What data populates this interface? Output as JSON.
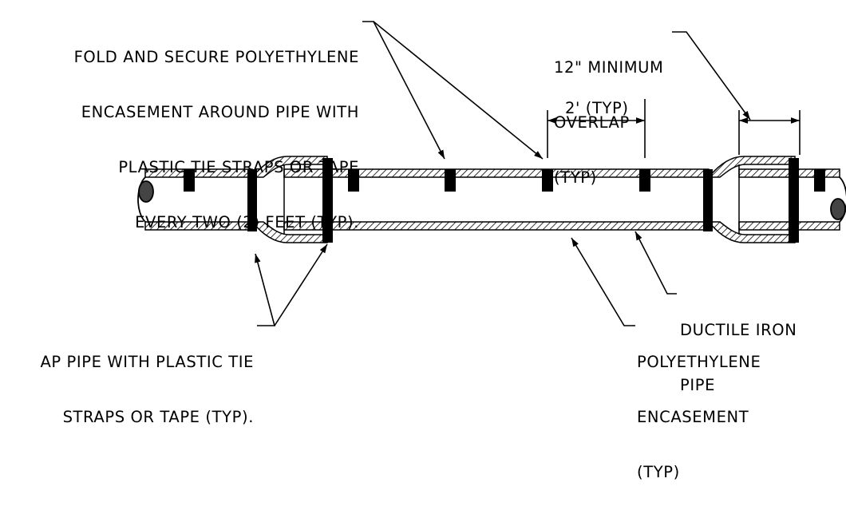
{
  "notes": {
    "fold_secure": [
      "FOLD AND SECURE POLYETHYLENE",
      "ENCASEMENT AROUND PIPE WITH",
      "PLASTIC TIE STRAPS OR TAPE",
      "EVERY TWO (2) FEET (TYP)."
    ],
    "overlap": [
      "12\" MINIMUM",
      "OVERLAP",
      "(TYP)"
    ],
    "spacing": "2' (TYP)",
    "wrap_joint": [
      "AP PIPE WITH PLASTIC TIE",
      "STRAPS OR TAPE (TYP)."
    ],
    "ductile": [
      "DUCTILE IRON",
      "PIPE"
    ],
    "encasement": [
      "POLYETHYLENE",
      "ENCASEMENT",
      "(TYP)"
    ]
  },
  "colors": {
    "line": "#000000",
    "hatch": "#000000",
    "background": "#ffffff"
  }
}
